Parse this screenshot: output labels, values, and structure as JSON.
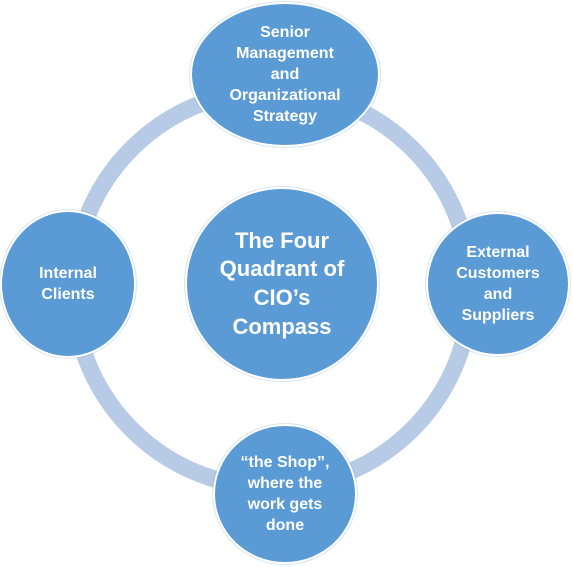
{
  "center": {
    "label": "The Four\nQuadrant of\nCIO’s\nCompass"
  },
  "nodes": {
    "top": "Senior\nManagement\nand\nOrganizational\nStrategy",
    "left": "Internal\nClients",
    "right": "External\nCustomers\nand\nSuppliers",
    "bottom": "“the Shop”,\nwhere the\nwork gets\ndone"
  },
  "colors": {
    "node_fill": "#5b9bd5",
    "ring": "#b7cbe7",
    "text": "#ffffff"
  }
}
